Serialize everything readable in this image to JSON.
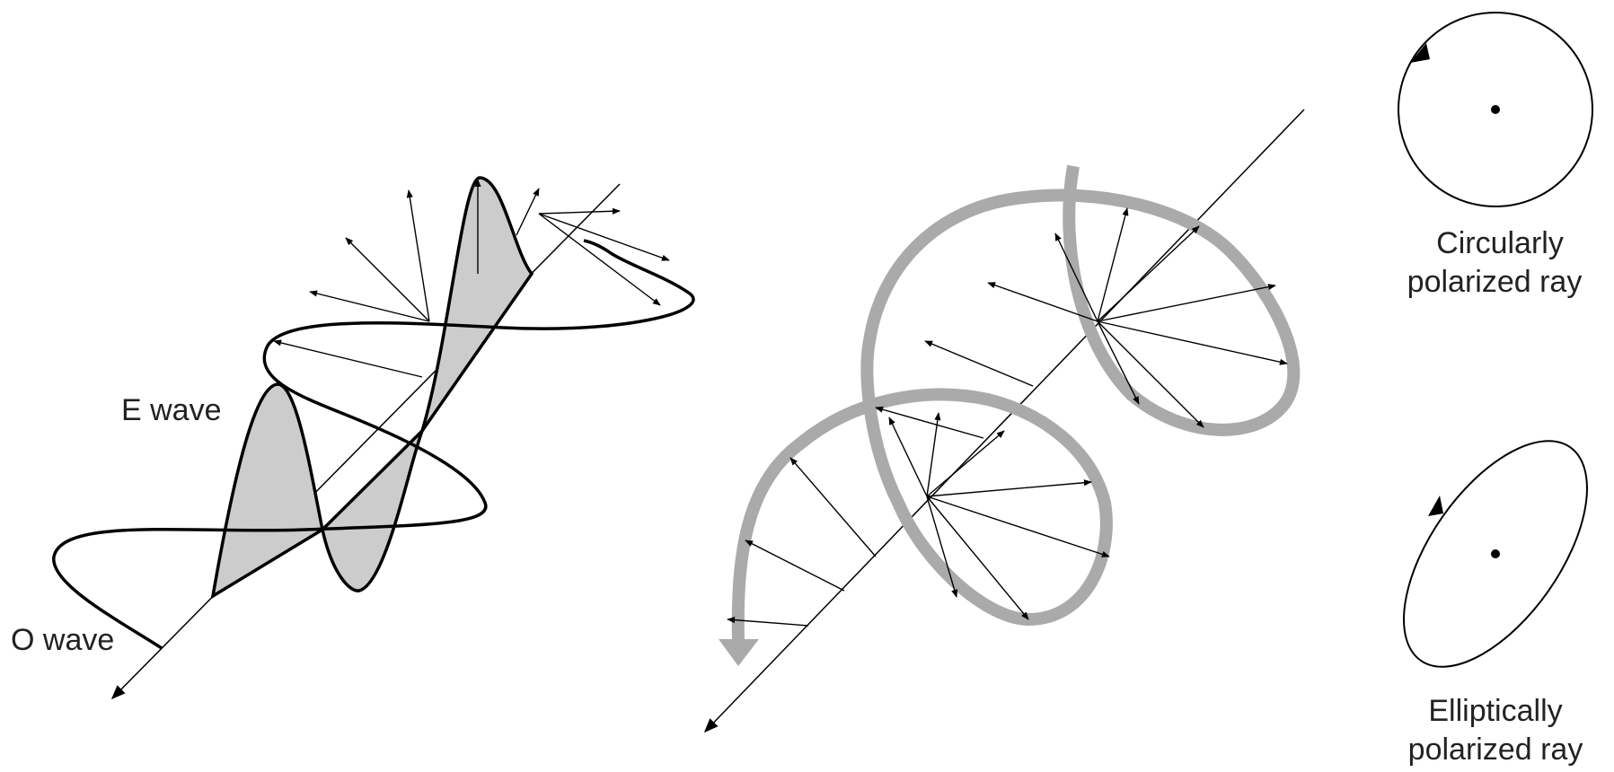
{
  "labels": {
    "e_wave": "E wave",
    "o_wave": "O wave",
    "circular_line1": "Circularly",
    "circular_line2": "polarized ray",
    "elliptical_line1": "Elliptically",
    "elliptical_line2": "polarized ray"
  },
  "colors": {
    "ink": "#000000",
    "label_text": "#222222",
    "shaded_fill": "#cccccc",
    "helix_band": "#aaaaaa",
    "background": "#ffffff"
  }
}
